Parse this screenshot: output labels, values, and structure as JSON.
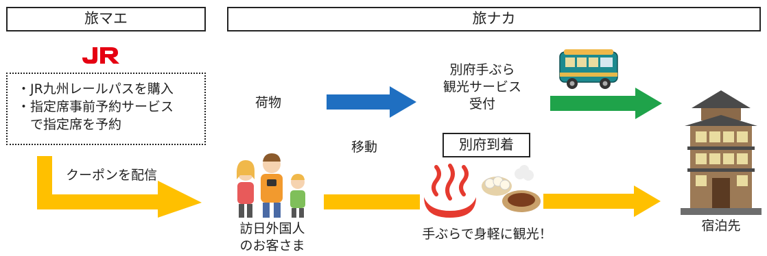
{
  "headers": {
    "before": "旅マエ",
    "during": "旅ナカ"
  },
  "jr_logo": "JR",
  "jr_notes": [
    "・JR九州レールパスを購入",
    "・指定席事前予約サービス",
    "　で指定席を予約"
  ],
  "labels": {
    "coupon": "クーポンを配信",
    "luggage": "荷物",
    "service": [
      "別府手ぶら",
      "観光サービス",
      "受付"
    ],
    "movement": "移動",
    "beppu_arrival": "別府到着",
    "tourists": [
      "訪日外国人",
      "のお客さま"
    ],
    "sightseeing": "手ぶらで身軽に観光！",
    "lodging": "宿泊先"
  },
  "colors": {
    "blue": "#1f6fc1",
    "green": "#1fa34a",
    "yellow": "#ffc000",
    "jr_red": "#e50012"
  }
}
